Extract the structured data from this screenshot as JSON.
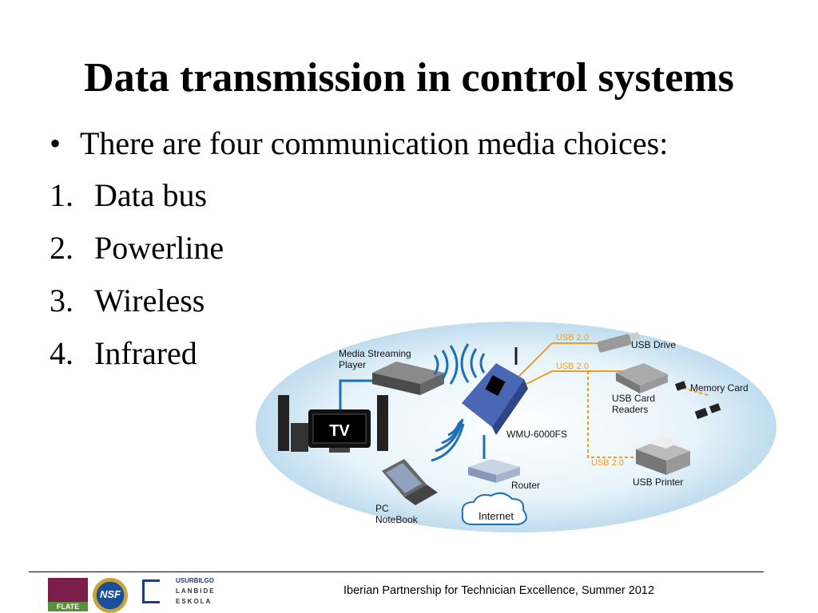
{
  "slide": {
    "title": "Data transmission in control systems",
    "bullet_marker": "•",
    "bullet": "There are four communication media choices:",
    "items": [
      {
        "num": "1.",
        "label": "Data bus"
      },
      {
        "num": "2.",
        "label": "Powerline"
      },
      {
        "num": "3.",
        "label": "Wireless"
      },
      {
        "num": "4.",
        "label": "Infrared"
      }
    ]
  },
  "diagram": {
    "media_player_line1": "Media Streaming",
    "media_player_line2": "Player",
    "tv": "TV",
    "device": "WMU-6000FS",
    "router": "Router",
    "internet": "Internet",
    "pc_line1": "PC",
    "pc_line2": "NoteBook",
    "usb_label_1": "USB 2.0",
    "usb_label_2": "USB 2.0",
    "usb_label_3": "USB 2.0",
    "usb_drive": "USB Drive",
    "card_reader_line1": "USB Card",
    "card_reader_line2": "Readers",
    "memory_card": "Memory Card",
    "usb_printer": "USB Printer",
    "colors": {
      "ellipse": "#d9edf7",
      "usb_line": "#f29d1f",
      "lan_line": "#1f6fb5",
      "device": "#4a67b5"
    }
  },
  "footer": {
    "text": "Iberian Partnership for Technician Excellence, Summer 2012",
    "flate": "FLATE",
    "nsf": "NSF",
    "usurbilgo_line1": "USURBILGO",
    "usurbilgo_line2": "LANBIDE",
    "usurbilgo_line3": "ESKOLA"
  }
}
